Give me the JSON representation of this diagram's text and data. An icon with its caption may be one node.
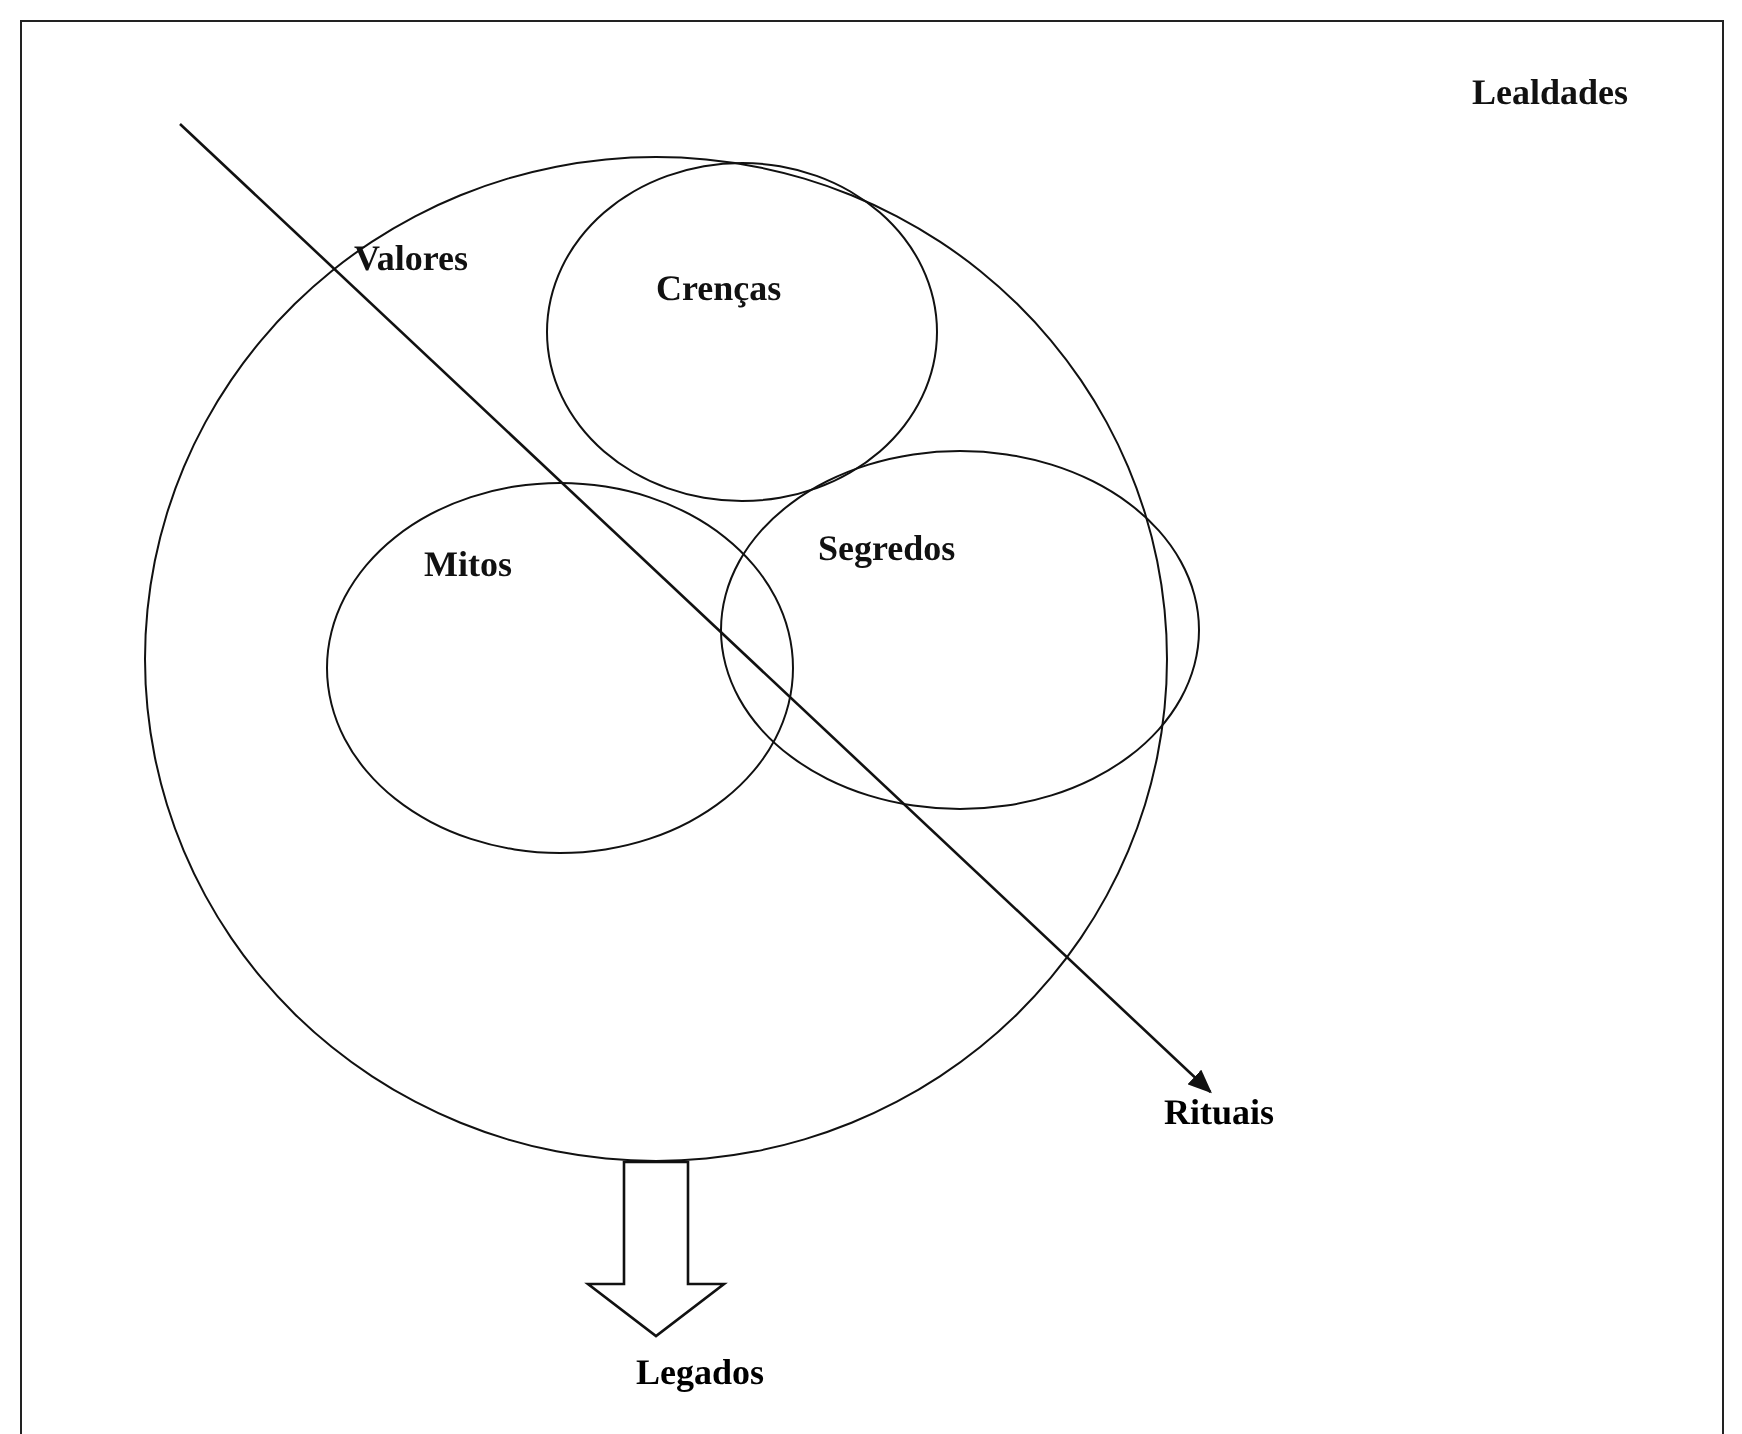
{
  "diagram": {
    "nodes": [
      {
        "text": [
          "Valores"
        ]
      },
      {
        "text": [
          "Crenças"
        ],
        "in": 0
      },
      {
        "text": [
          "Mitos"
        ],
        "in": 0
      },
      {
        "text": [
          "Segredos"
        ]
      },
      {
        "text": [
          "Rituais"
        ]
      },
      {
        "text": [
          "Legados"
        ]
      }
    ],
    "edges": [
      {
        "from": null,
        "to": 4,
        "arrow": "to"
      },
      {
        "from": 0,
        "to": 5,
        "arrow": "to",
        "style": "thick"
      }
    ],
    "labels": [
      "Lealdades"
    ]
  }
}
